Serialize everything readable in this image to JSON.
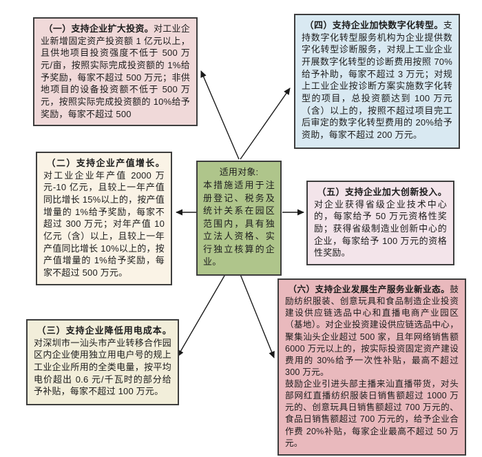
{
  "page": {
    "background": "#ffffff",
    "box_border_color": "#3d3d3d",
    "arrow_color": "#1a1a1a",
    "text_color": "#1c1c1c"
  },
  "center_box": {
    "title": "适用对象:",
    "body": "本措施适用于注册登记、税务及统计关系在园区范围内，具有独立法人资格、实行独立核算的企业。",
    "bg": "#afc58b"
  },
  "policy_boxes": [
    {
      "id": "box-1",
      "title": "（一）支持企业扩大投资。",
      "body": "对工业企业新增固定资产投资额 1 亿元以上，且供地项目投资强度不低于 500 万元/亩，按照实际完成投资额的 1%给予奖励，每家不超过 500 万元；非供地项目的设备投资额不低于 500 万元，按照实际完成投资额的 10%给予奖励，每家不超过 500",
      "bg": "#f0d9d9"
    },
    {
      "id": "box-2",
      "title": "（二）支持企业产值增长。",
      "body": "对工业企业年产值 2000 万元-10 亿元，且较上一年产值同比增长 15%以上的，按产值增量的 1%给予奖励，每家不超过 300 万元；对年产值 10 亿元（含）以上，且较上一年产值同比增长 10%以上的，按产值增量的 1%给予奖励，每家不超过 500 万元。",
      "bg": "#faf3e6"
    },
    {
      "id": "box-3",
      "title": "（三）支持企业降低用电成本。",
      "body": "对深圳市一汕头市产业转移合作园区内企业使用独立用电户号的规上工业企业所用的全类电量，按平均电价超出 0.6 元/千瓦时的部分给予补贴，每家不超过 100 万元。",
      "bg": "#f2eeda"
    },
    {
      "id": "box-4",
      "title": "（四）支持企业加快数字化转型。",
      "body": "支持数字化转型服务机构为企业提供数字化转型诊断服务，对规上工业企业开展数字化转型的诊断费用按照 70%给予补助，每家不超过 3 万元；对规上工业企业按诊断方案实施数字化转型的项目，总投资额达到 100 万元（含）以上的，按照不超过项目完工后审定的数字化转型费用的 20%给予资助，每家不超过 200 万元。",
      "bg": "#d9e9f2"
    },
    {
      "id": "box-5",
      "title": "（五）支持企业加大创新投入。",
      "body": "对企业获得省级企业技术中心的，每家给予 50 万元资格性奖励；获得省级制造业创新中心的企业，每家给予 100 万元的资格性奖励。",
      "bg": "#f3e4ea"
    },
    {
      "id": "box-6",
      "title": "（六）支持企业发展生产服务业新业态。",
      "body": "鼓励纺织服装、创意玩具和食品制造企业投资建设供应链选品中心和直播电商产业园区（基地）。对企业投资建设供应链选品中心，聚集汕头企业超过 500 家，且年网络销售额 6000 万元以上的，按实际投资固定资产建设费用的 30%给予一次性补贴，最高不超过 300 万元。",
      "body2": "鼓励企业引进头部主播来汕直播带货，对头部网红直播纺织服装日销售额超过 1000 万元的、创意玩具日销售额超过 700 万元的、食品日销售额超过 700 万元的，给予企业合作费 20%补贴，每家企业最高不超过 50 万元。",
      "bg": "#e9b9bd"
    }
  ]
}
